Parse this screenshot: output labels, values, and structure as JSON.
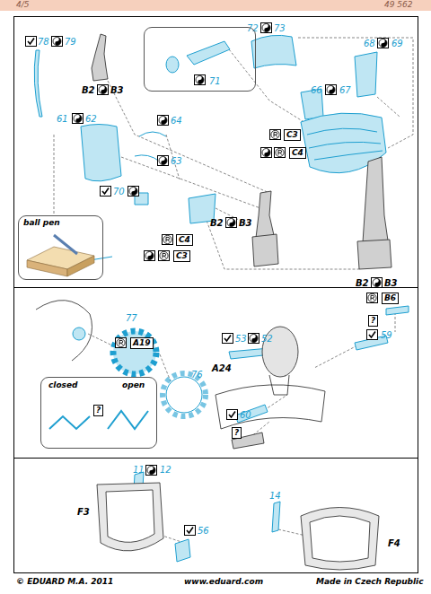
{
  "diagram": {
    "nodes": [
      {
        "text": [
          "71"
        ]
      },
      {
        "text": [
          "C3"
        ]
      },
      {
        "text": [
          "C4"
        ]
      },
      {
        "text": [
          "ball pen"
        ]
      },
      {
        "text": [
          "C4"
        ]
      },
      {
        "text": [
          "C3"
        ]
      },
      {
        "text": [
          "B6"
        ]
      },
      {
        "text": [
          "?"
        ]
      },
      {
        "text": [
          "A19"
        ]
      },
      {
        "text": [
          "closed",
          "open"
        ]
      },
      {
        "text": [
          "?"
        ],
        "in": 9
      },
      {
        "text": [
          "?"
        ]
      }
    ],
    "labels": [
      "4/5",
      "49 562",
      "78",
      "79",
      "B2",
      "B3",
      "72",
      "73",
      "68",
      "69",
      "61",
      "62",
      "64",
      "66",
      "67",
      "63",
      "70",
      "B2",
      "B3",
      "B2",
      "B3",
      "77",
      "76",
      "53",
      "52",
      "59",
      "A24",
      "60",
      "11",
      "12",
      "F3",
      "56",
      "14",
      "F4",
      "© EDUARD M.A. 2011",
      "www.eduard.com",
      "Made in Czech Republic"
    ]
  }
}
